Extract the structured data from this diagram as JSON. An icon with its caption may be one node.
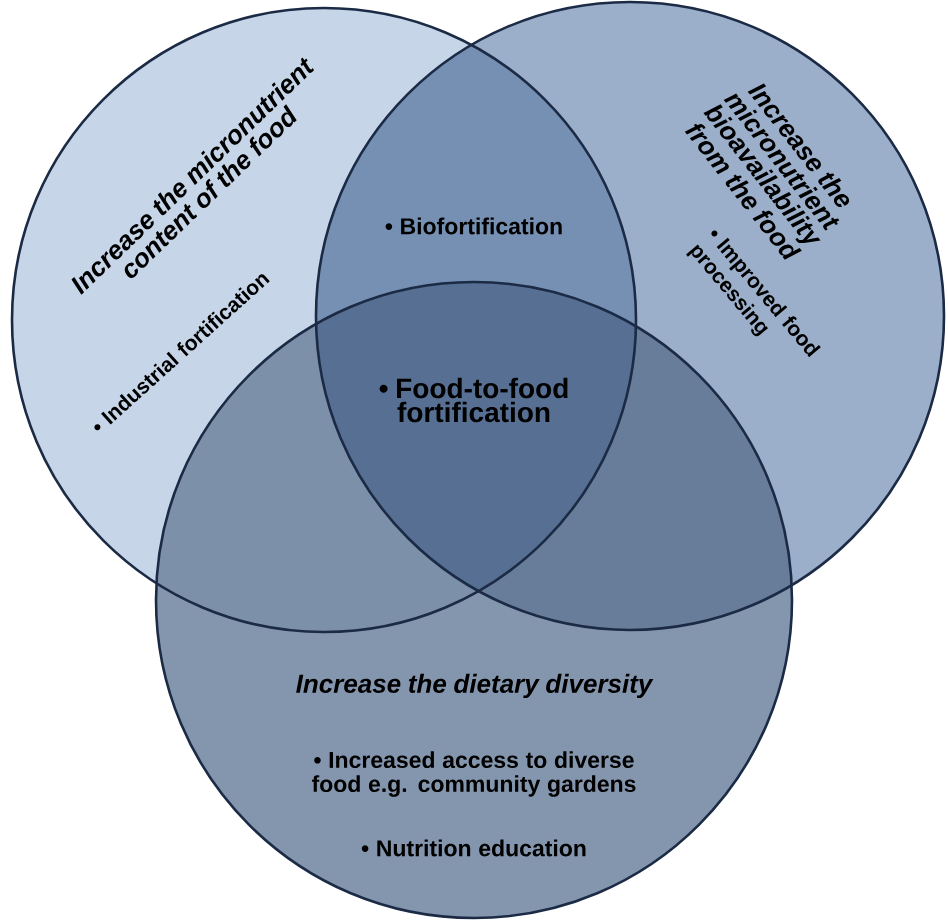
{
  "diagram": {
    "nodes": [
      {
        "text": [
          "Increase the micronutrient content of the food",
          "• Industrial fortification"
        ]
      },
      {
        "text": [
          "Increase the micronutrient bioavailability from the food",
          "• Improved food processing"
        ]
      },
      {
        "text": [
          "Increase the dietary diversity",
          "• Increased access to diverse food e.g. community gardens",
          "• Nutrition education"
        ]
      }
    ],
    "labels": [
      "• Biofortification",
      "• Food-to-food fortification"
    ]
  }
}
